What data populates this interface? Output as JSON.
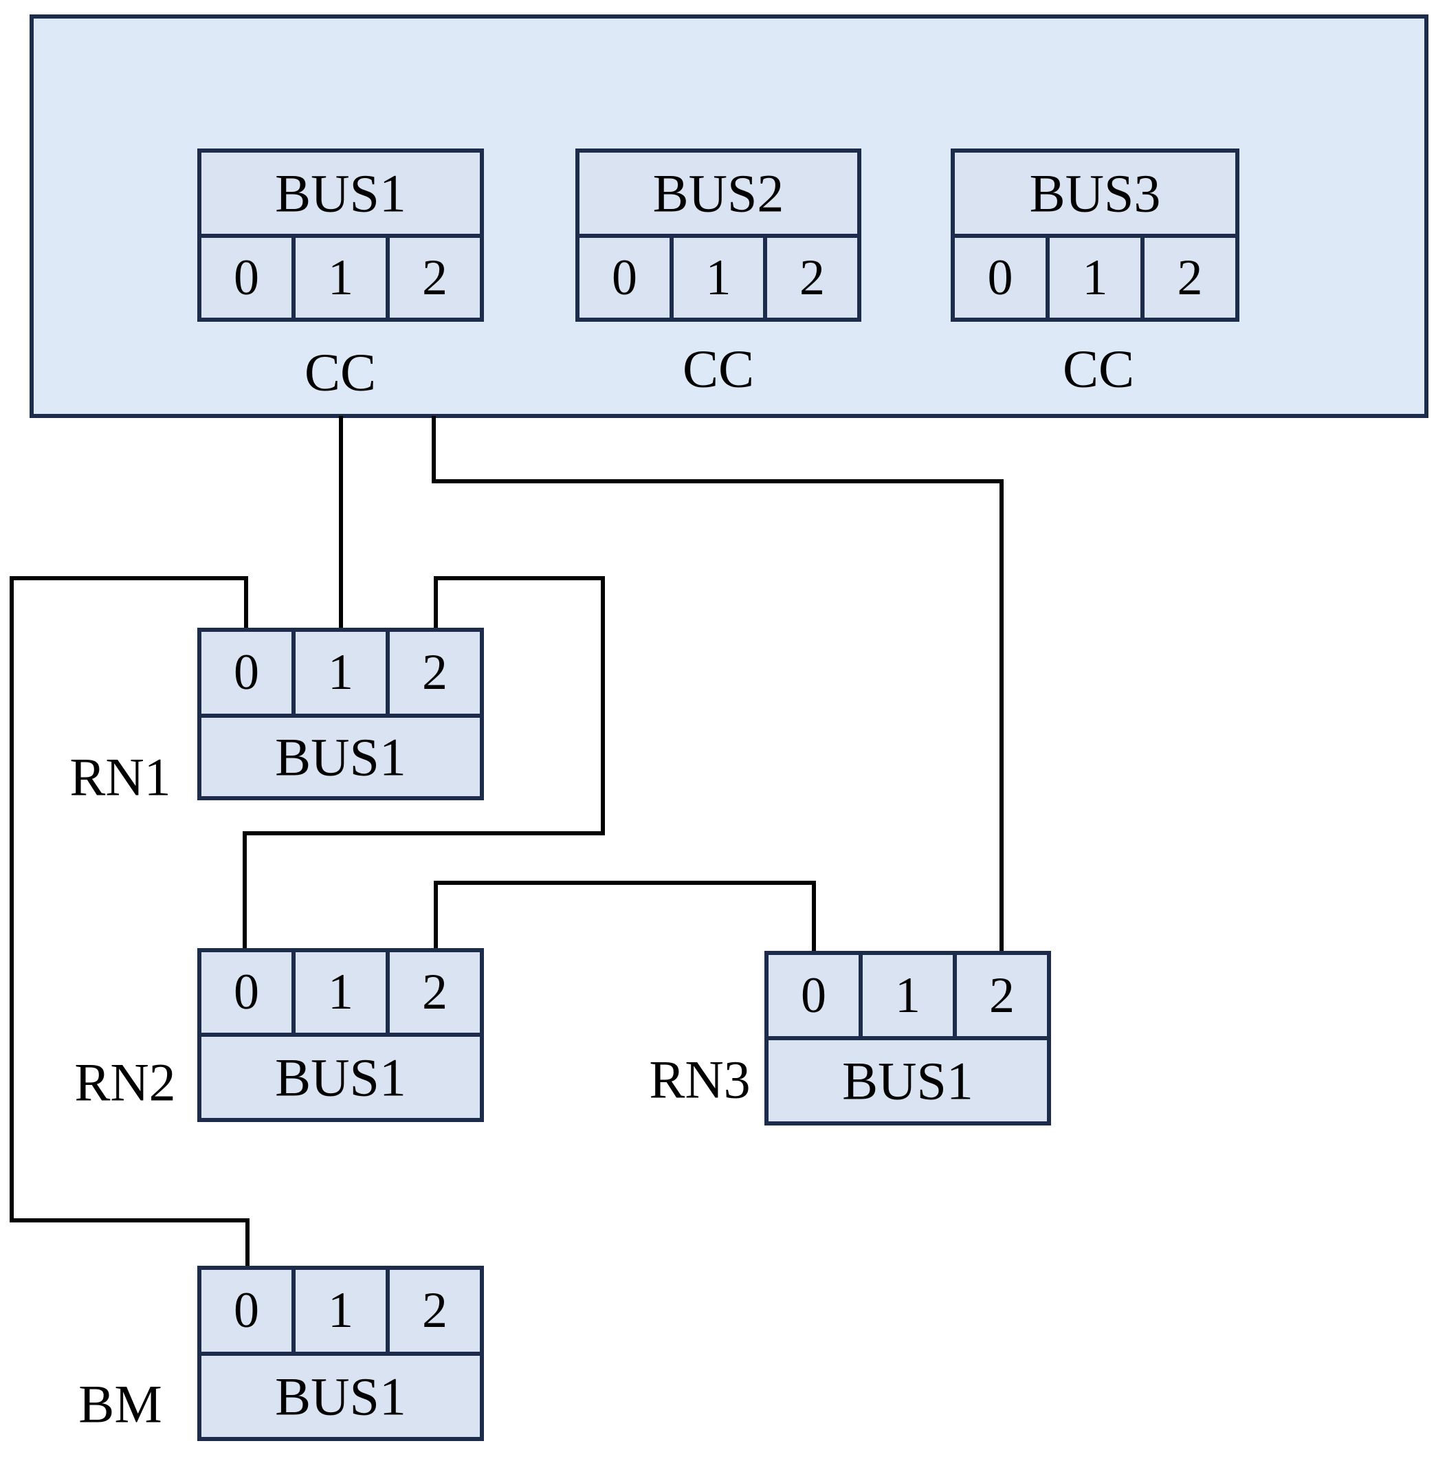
{
  "colors": {
    "cc_panel_fill": "#dde9f6",
    "box_fill": "#d9e3f2",
    "box_stroke": "#1d2c4a",
    "wire": "#000000"
  },
  "cc_panel": {
    "units": [
      {
        "bus_label": "BUS1",
        "ports": [
          "0",
          "1",
          "2"
        ],
        "label": "CC"
      },
      {
        "bus_label": "BUS2",
        "ports": [
          "0",
          "1",
          "2"
        ],
        "label": "CC"
      },
      {
        "bus_label": "BUS3",
        "ports": [
          "0",
          "1",
          "2"
        ],
        "label": "CC"
      }
    ]
  },
  "nodes": [
    {
      "name": "RN1",
      "bus_label": "BUS1",
      "ports": [
        "0",
        "1",
        "2"
      ]
    },
    {
      "name": "RN2",
      "bus_label": "BUS1",
      "ports": [
        "0",
        "1",
        "2"
      ]
    },
    {
      "name": "RN3",
      "bus_label": "BUS1",
      "ports": [
        "0",
        "1",
        "2"
      ]
    },
    {
      "name": "BM",
      "bus_label": "BUS1",
      "ports": [
        "0",
        "1",
        "2"
      ]
    }
  ],
  "connections": [
    {
      "from": "CC BUS1",
      "to": "RN1 port 1"
    },
    {
      "from": "CC BUS1",
      "to": "RN3 port 2"
    },
    {
      "from": "RN1 port 0",
      "to": "BM port 0"
    },
    {
      "from": "RN1 port 2",
      "to": "RN2 port 0"
    },
    {
      "from": "RN2 port 2",
      "to": "RN3 port 0"
    }
  ]
}
